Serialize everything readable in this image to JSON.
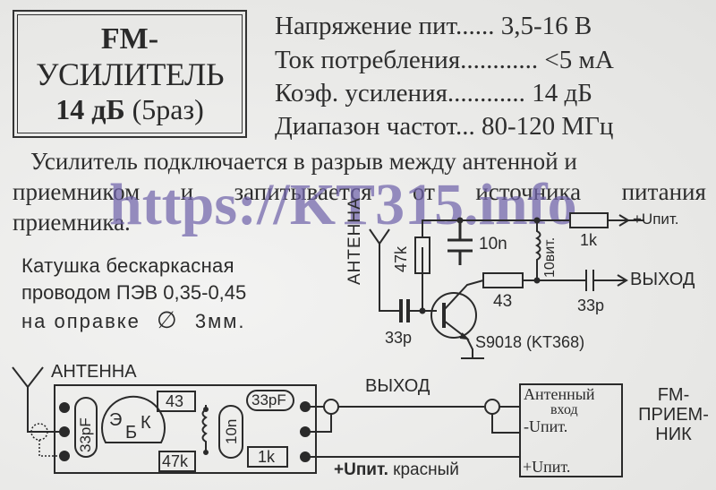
{
  "title": {
    "line1": "FM-",
    "line2": "УСИЛИТЕЛЬ",
    "line3_bold": "14 дБ",
    "line3_normal": "(5раз)"
  },
  "specs": [
    {
      "label": "Напряжение пит......",
      "value": "3,5-16 В"
    },
    {
      "label": "Ток потребления............",
      "value": "<5 мА"
    },
    {
      "label": "Коэф. усиления............",
      "value": "14 дБ"
    },
    {
      "label": "Диапазон  частот...",
      "value": "80-120 МГц"
    }
  ],
  "description": {
    "line1": "Усилитель подключается в разрыв между антенной и",
    "line2_words": [
      "приемником",
      "и",
      "запитывается",
      "от",
      "источника",
      "питания"
    ],
    "line3": "приемника."
  },
  "watermark": "https://KT315.info",
  "coil_note": {
    "line1": "Катушка   бескаркасная",
    "line2": "проводом ПЭВ 0,35-0,45",
    "line3_prefix": "на   оправке",
    "diameter_symbol": "∅",
    "line3_suffix": "3мм."
  },
  "schematic": {
    "antenna_label": "АНТЕННА",
    "r_bias": "47k",
    "c_bypass": "10n",
    "coil": "10вит.",
    "r_supply": "1k",
    "supply_label": "+Uпит.",
    "r_collector": "43",
    "c_output": "33p",
    "output_label": "ВЫХОД",
    "c_input": "33p",
    "transistor": "S9018 (KT368)"
  },
  "board": {
    "antenna_label": "АНТЕННА",
    "c_input": "33pF",
    "transistor_pins": {
      "e": "Э",
      "b": "Б",
      "k": "К"
    },
    "r_collector": "43",
    "r_bias": "47k",
    "c_bypass": "10n",
    "c_output": "33pF",
    "r_supply": "1k",
    "output_label": "ВЫХОД",
    "supply_wire_bold": "+Uпит.",
    "supply_wire_color": "красный"
  },
  "receiver": {
    "box_line1": "Антенный",
    "box_line2": "вход",
    "box_line3": "-Uпит.",
    "box_line4": "+Uпит.",
    "label_line1": "FM-",
    "label_line2": "ПРИЕМ-",
    "label_line3": "НИК"
  }
}
